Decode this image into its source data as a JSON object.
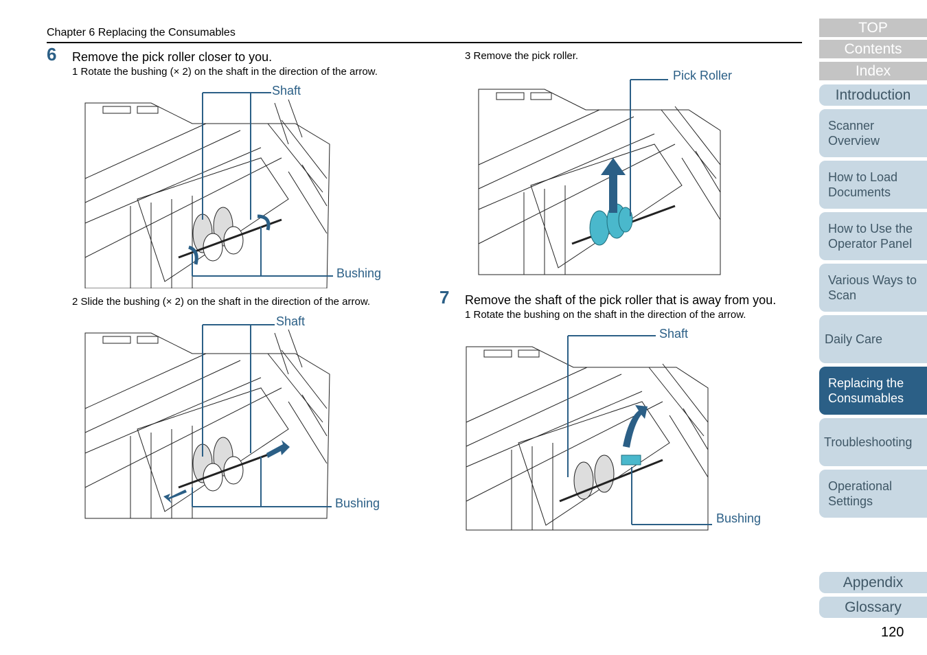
{
  "header": {
    "chapter": "Chapter 6 Replacing the Consumables"
  },
  "step6": {
    "number": "6",
    "title": "Remove the pick roller closer to you.",
    "sub1": "1  Rotate the bushing (× 2) on the shaft in the direction of the arrow.",
    "sub2": "2  Slide the bushing (× 2) on the shaft in the direction of the arrow.",
    "fig1": {
      "shaft": "Shaft",
      "bushing": "Bushing"
    },
    "fig2": {
      "shaft": "Shaft",
      "bushing": "Bushing"
    }
  },
  "step6_3": {
    "sub3": "3  Remove the pick roller.",
    "fig3": {
      "pick_roller": "Pick Roller"
    }
  },
  "step7": {
    "number": "7",
    "title": "Remove the shaft of the pick roller that is away from you.",
    "sub1": "1  Rotate the bushing on the shaft in the direction of the arrow.",
    "fig4": {
      "shaft": "Shaft",
      "bushing": "Bushing"
    }
  },
  "nav": {
    "top": "TOP",
    "contents": "Contents",
    "index": "Index",
    "introduction": "Introduction",
    "appendix": "Appendix",
    "glossary": "Glossary"
  },
  "tabs": [
    {
      "line1": "Scanner",
      "line2": "Overview"
    },
    {
      "line1": "How to Load",
      "line2": "Documents"
    },
    {
      "line1": "How to Use the",
      "line2": "Operator Panel"
    },
    {
      "line1": "Various Ways to",
      "line2": "Scan"
    },
    {
      "line1": "Daily Care",
      "line2": ""
    },
    {
      "line1": "Replacing the",
      "line2": "Consumables"
    },
    {
      "line1": "Troubleshooting",
      "line2": ""
    },
    {
      "line1": "Operational",
      "line2": "Settings"
    }
  ],
  "page_number": "120",
  "colors": {
    "accent": "#2b5f86",
    "part_highlight": "#4ab8cc",
    "nav_gray": "#c4c4c4",
    "tab_bg": "#c8d8e3"
  }
}
